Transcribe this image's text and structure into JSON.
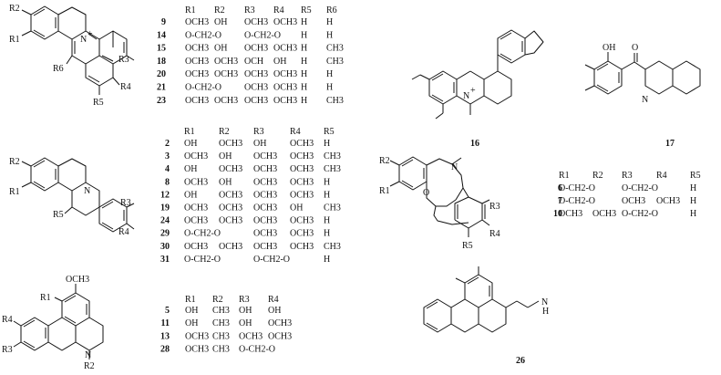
{
  "structure_labels": {
    "berberine_core": {
      "r2": "R2",
      "r1": "R1",
      "n": "N",
      "plus": "+",
      "r6": "R6",
      "r3": "R3",
      "r4": "R4",
      "r5": "R5"
    },
    "thp_core": {
      "r2": "R2",
      "r1": "R1",
      "n": "N",
      "r5": "R5",
      "r3": "R3",
      "r4": "R4"
    },
    "aporphine_core": {
      "ome": "OCH3",
      "r1": "R1",
      "r4": "R4",
      "r3": "R3",
      "n": "N",
      "r2": "R2"
    },
    "protopine_core": {
      "r2": "R2",
      "r1": "R1",
      "n": "N",
      "o": "O",
      "r3": "R3",
      "r4": "R4",
      "r5": "R5"
    },
    "compound_16": {
      "n": "N",
      "plus": "+",
      "label": "16"
    },
    "compound_17": {
      "oh": "OH",
      "o": "O",
      "n": "N",
      "label": "17"
    },
    "compound_26": {
      "h": "H",
      "n": "N",
      "label": "26"
    }
  },
  "table_1": {
    "headers": [
      "R1",
      "R2",
      "R3",
      "R4",
      "R5",
      "R6"
    ],
    "rows": [
      {
        "id": "9",
        "cells": [
          "OCH3",
          "OH",
          "OCH3",
          "OCH3",
          "H",
          "H"
        ]
      },
      {
        "id": "14",
        "cells": [
          "O-CH2-O",
          "",
          "O-CH2-O",
          "",
          "H",
          "H"
        ]
      },
      {
        "id": "15",
        "cells": [
          "OCH3",
          "OH",
          "OCH3",
          "OCH3",
          "H",
          "CH3"
        ]
      },
      {
        "id": "18",
        "cells": [
          "OCH3",
          "OCH3",
          "OCH",
          "OH",
          "H",
          "CH3"
        ]
      },
      {
        "id": "20",
        "cells": [
          "OCH3",
          "OCH3",
          "OCH3",
          "OCH3",
          "H",
          "H"
        ]
      },
      {
        "id": "21",
        "cells": [
          "O-CH2-O",
          "",
          "OCH3",
          "OCH3",
          "H",
          "H"
        ]
      },
      {
        "id": "23",
        "cells": [
          "OCH3",
          "OCH3",
          "OCH3",
          "OCH3",
          "H",
          "CH3"
        ]
      }
    ]
  },
  "table_2": {
    "headers": [
      "R1",
      "R2",
      "R3",
      "R4",
      "R5"
    ],
    "rows": [
      {
        "id": "2",
        "cells": [
          "OH",
          "OCH3",
          "OH",
          "OCH3",
          "H"
        ]
      },
      {
        "id": "3",
        "cells": [
          "OCH3",
          "OH",
          "OCH3",
          "OCH3",
          "CH3"
        ]
      },
      {
        "id": "4",
        "cells": [
          "OH",
          "OCH3",
          "OCH3",
          "OCH3",
          "CH3"
        ]
      },
      {
        "id": "8",
        "cells": [
          "OCH3",
          "OH",
          "OCH3",
          "OCH3",
          "H"
        ]
      },
      {
        "id": "12",
        "cells": [
          "OH",
          "OCH3",
          "OCH3",
          "OCH3",
          "H"
        ]
      },
      {
        "id": "19",
        "cells": [
          "OCH3",
          "OCH3",
          "OCH3",
          "OH",
          "CH3"
        ]
      },
      {
        "id": "24",
        "cells": [
          "OCH3",
          "OCH3",
          "OCH3",
          "OCH3",
          "H"
        ]
      },
      {
        "id": "29",
        "cells": [
          "O-CH2-O",
          "",
          "OCH3",
          "OCH3",
          "H"
        ]
      },
      {
        "id": "30",
        "cells": [
          "OCH3",
          "OCH3",
          "OCH3",
          "OCH3",
          "CH3"
        ]
      },
      {
        "id": "31",
        "cells": [
          "O-CH2-O",
          "",
          "O-CH2-O",
          "",
          "H"
        ]
      }
    ]
  },
  "table_3": {
    "headers": [
      "R1",
      "R2",
      "R3",
      "R4"
    ],
    "rows": [
      {
        "id": "5",
        "cells": [
          "OH",
          "CH3",
          "OH",
          "OH"
        ]
      },
      {
        "id": "11",
        "cells": [
          "OH",
          "CH3",
          "OH",
          "OCH3"
        ]
      },
      {
        "id": "13",
        "cells": [
          "OCH3",
          "CH3",
          "OCH3",
          "OCH3"
        ]
      },
      {
        "id": "28",
        "cells": [
          "OCH3",
          "CH3",
          "O-CH2-O",
          ""
        ]
      }
    ]
  },
  "table_4": {
    "headers": [
      "R1",
      "R2",
      "R3",
      "R4",
      "R5"
    ],
    "rows": [
      {
        "id": "6",
        "cells": [
          "O-CH2-O",
          "",
          "O-CH2-O",
          "",
          "H"
        ]
      },
      {
        "id": "7",
        "cells": [
          "O-CH2-O",
          "",
          "OCH3",
          "OCH3",
          "H"
        ]
      },
      {
        "id": "10",
        "cells": [
          "OCH3",
          "OCH3",
          "O-CH2-O",
          "",
          "H"
        ]
      }
    ]
  }
}
